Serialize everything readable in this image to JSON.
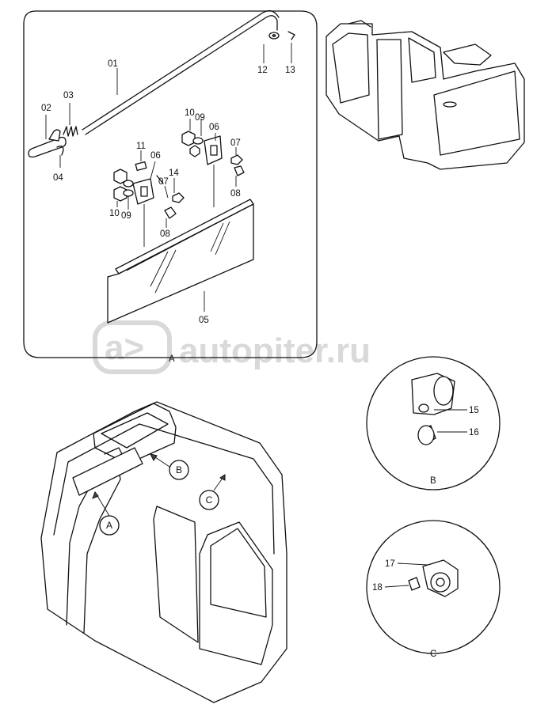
{
  "parts_upper": {
    "p01": "01",
    "p02": "02",
    "p03": "03",
    "p04": "04",
    "p05": "05",
    "p06a": "06",
    "p06b": "06",
    "p07a": "07",
    "p07b": "07",
    "p08a": "08",
    "p08b": "08",
    "p09a": "09",
    "p09b": "09",
    "p10a": "10",
    "p10b": "10",
    "p11": "11",
    "p12": "12",
    "p13": "13",
    "p14": "14"
  },
  "frame_label": "A",
  "detail_b": {
    "p15": "15",
    "p16": "16",
    "caption": "B"
  },
  "detail_c": {
    "p17": "17",
    "p18": "18",
    "caption": "C"
  },
  "callouts": {
    "a": "A",
    "b": "B",
    "c": "C"
  },
  "watermark": {
    "logo": "a>",
    "text": "autopiter.ru"
  }
}
